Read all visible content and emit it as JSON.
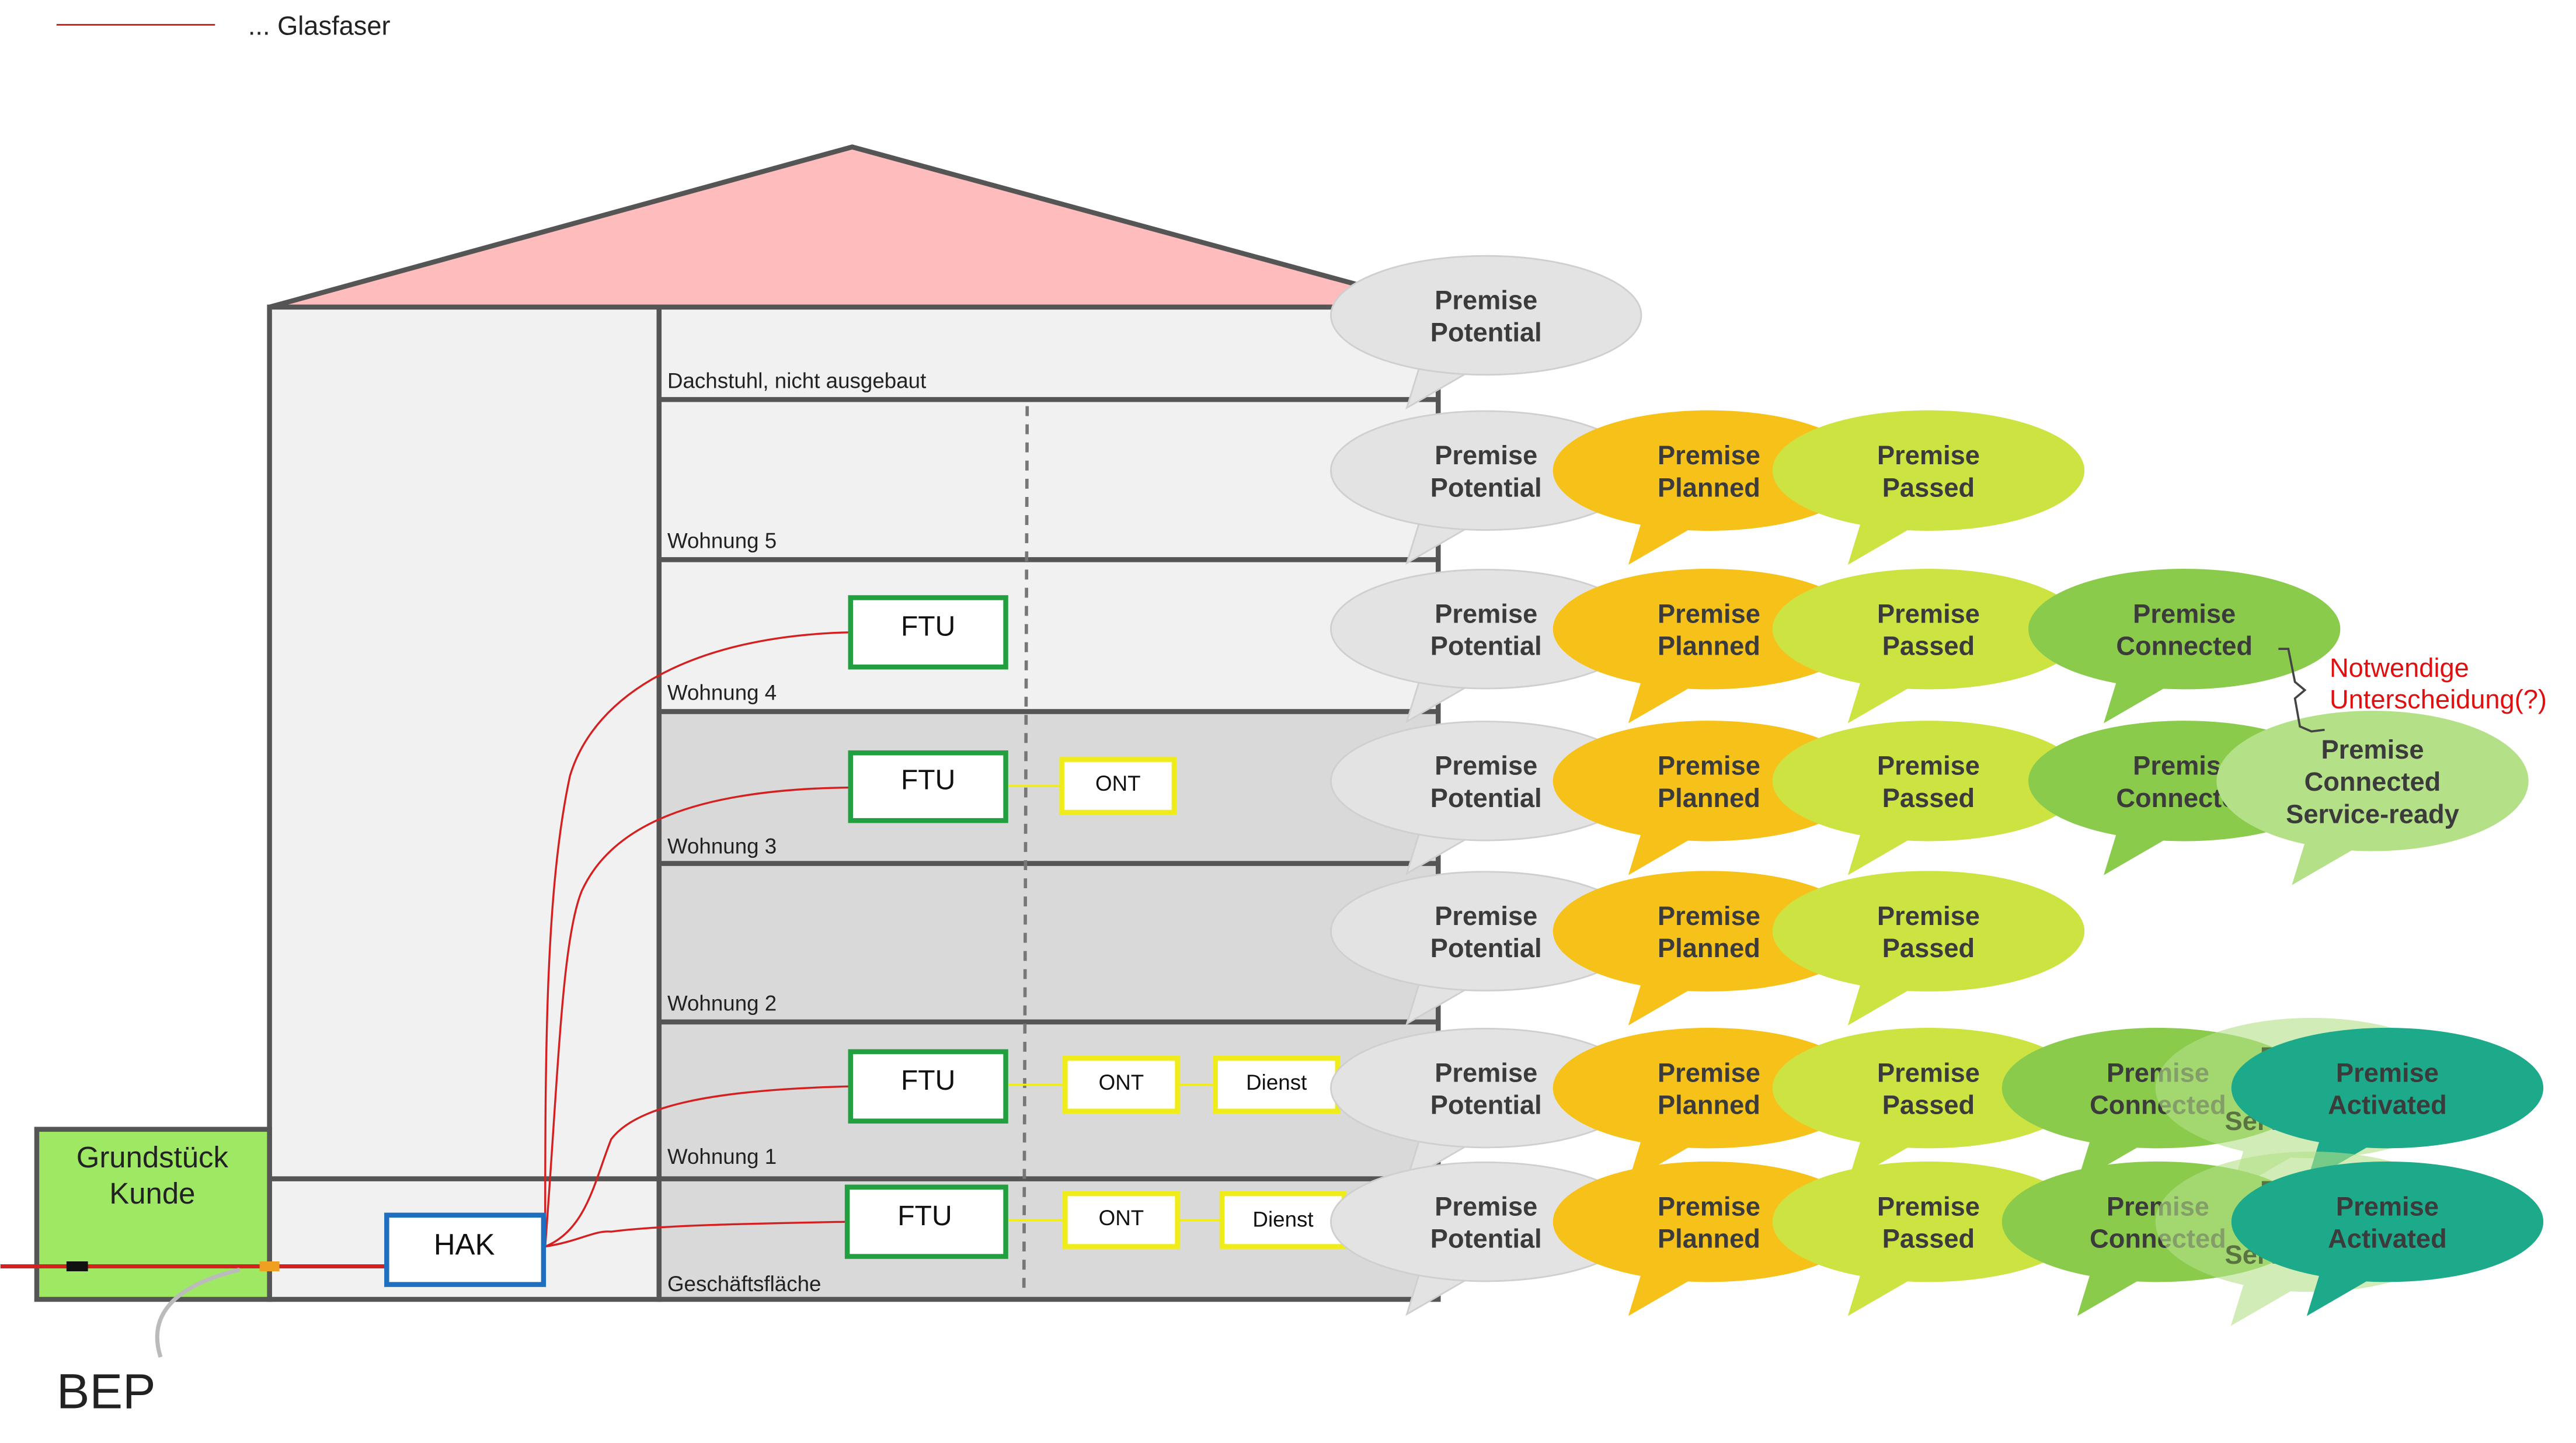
{
  "legend": {
    "fiber_label": "... Glasfaser",
    "fiber_color": "#d42020"
  },
  "floors": {
    "attic": "Dachstuhl, nicht ausgebaut",
    "w5": "Wohnung 5",
    "w4": "Wohnung 4",
    "w3": "Wohnung 3",
    "w2": "Wohnung 2",
    "w1": "Wohnung 1",
    "shop": "Geschäftsfläche"
  },
  "plot": {
    "line1": "Grundstück",
    "line2": "Kunde"
  },
  "devices": {
    "hak": "HAK",
    "ftu": "FTU",
    "ont": "ONT",
    "dienst": "Dienst"
  },
  "bep": "BEP",
  "note": {
    "line1": "Notwendige",
    "line2": "Unterscheidung(?)"
  },
  "bubbles": {
    "potential": [
      "Premise",
      "Potential"
    ],
    "planned": [
      "Premise",
      "Planned"
    ],
    "passed": [
      "Premise",
      "Passed"
    ],
    "connected": [
      "Premise",
      "Connected"
    ],
    "service_ready": [
      "Premise",
      "Connected",
      "Service-ready"
    ],
    "activated": [
      "Premise",
      "Activated"
    ]
  },
  "colors": {
    "roof": "#ffbcbc",
    "potential": "#e3e3e3",
    "planned": "#f6c21a",
    "passed": "#cde342",
    "connected": "#8acb4c",
    "service_ready": "#b4e188",
    "activated": "#1caa8a",
    "plot": "#9ee863",
    "ftu_border": "#22a040",
    "hak_border": "#1e6fbf",
    "ont_border": "#f0ec1a"
  }
}
